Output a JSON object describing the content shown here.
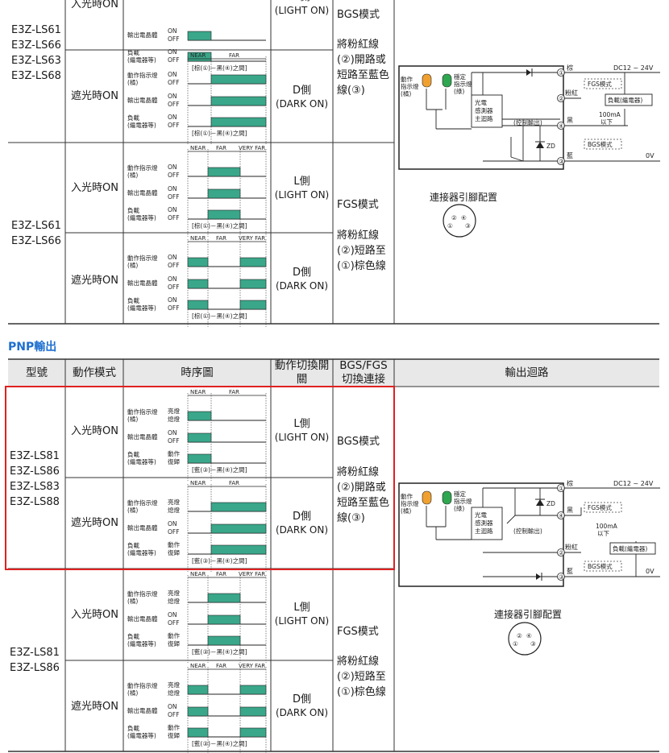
{
  "npn_block": {
    "models_a": [
      "E3Z-LS61",
      "E3Z-LS66",
      "E3Z-LS63",
      "E3Z-LS68"
    ],
    "models_b": [
      "E3Z-LS61",
      "E3Z-LS66"
    ],
    "row1_mode": "入光時ON",
    "row1_switch_top": "L側",
    "row1_switch_bottom": "(LIGHT ON)",
    "row2_mode": "遮光時ON",
    "row2_switch_top": "D側",
    "row2_switch_bottom": "(DARK ON)",
    "row3_mode": "入光時ON",
    "row3_switch_top": "L側",
    "row3_switch_bottom": "(LIGHT ON)",
    "row4_mode": "遮光時ON",
    "row4_switch_top": "D側",
    "row4_switch_bottom": "(DARK ON)",
    "bgs_mode": "BGS模式",
    "bgs_desc": [
      "將粉紅線",
      "(②)開路或",
      "短路至藍色",
      "線(③)"
    ],
    "fgs_mode": "FGS模式",
    "fgs_desc": [
      "將粉紅線",
      "(②)短路至",
      "(①)棕色線"
    ],
    "connector_title": "連接器引腳配置",
    "timing_ref": "[棕(①)－黑(④)之間]"
  },
  "pnp_block": {
    "section_title": "PNP輸出",
    "headers": {
      "model": "型號",
      "mode": "動作模式",
      "timing": "時序圖",
      "switch": [
        "動作切換開",
        "關"
      ],
      "bgsfgs": [
        "BGS/FGS",
        "切換連接"
      ],
      "circuit": "輸出迴路"
    },
    "models_a": [
      "E3Z-LS81",
      "E3Z-LS86",
      "E3Z-LS83",
      "E3Z-LS88"
    ],
    "models_b": [
      "E3Z-LS81",
      "E3Z-LS86"
    ],
    "row1_mode": "入光時ON",
    "row1_switch_top": "L側",
    "row1_switch_bottom": "(LIGHT ON)",
    "row2_mode": "遮光時ON",
    "row2_switch_top": "D側",
    "row2_switch_bottom": "(DARK ON)",
    "row3_mode": "入光時ON",
    "row3_switch_top": "L側",
    "row3_switch_bottom": "(LIGHT ON)",
    "row4_mode": "遮光時ON",
    "row4_switch_top": "D側",
    "row4_switch_bottom": "(DARK ON)",
    "bgs_mode": "BGS模式",
    "bgs_desc": [
      "將粉紅線",
      "(②)開路或",
      "短路至藍色",
      "線(③)"
    ],
    "fgs_mode": "FGS模式",
    "fgs_desc": [
      "將粉紅線",
      "(②)短路至",
      "(①)棕色線"
    ],
    "connector_title": "連接器引腳配置",
    "timing_ref": "[藍(③)－黑(④)之間]"
  },
  "timing": {
    "near": "NEAR",
    "far": "FAR",
    "very_far": "VERY FAR",
    "indicator": [
      "動作指示燈",
      "(橘)"
    ],
    "transistor": "輸出電晶體",
    "load": [
      "負載",
      "(繼電器等)"
    ],
    "on": "ON",
    "off": "OFF",
    "light_on": "亮燈",
    "light_off": "熄燈",
    "act": "動作",
    "reset": "復歸"
  },
  "circuit": {
    "op_indicator": [
      "動作",
      "指示燈",
      "(橘)"
    ],
    "stable_indicator": [
      "穩定",
      "指示燈",
      "(綠)"
    ],
    "main_circuit": [
      "光電",
      "感測器",
      "主迴路"
    ],
    "ctrl_out": "(控制輸出)",
    "zd": "ZD",
    "brown": "棕",
    "pink": "粉紅",
    "black": "黑",
    "blue": "藍",
    "supply": "DC12 ~ 24V",
    "fgs": "FGS模式",
    "bgs": "BGS模式",
    "load": "負載(繼電器)",
    "current": [
      "100mA",
      "以下"
    ],
    "zero_v": "0V",
    "pins": [
      "①",
      "②",
      "③",
      "④"
    ]
  },
  "colors": {
    "fill": "#3aa78a",
    "accent": "#1e6fd0",
    "highlight": "#e02020",
    "orange": "#f0a030",
    "green": "#2fa650"
  }
}
